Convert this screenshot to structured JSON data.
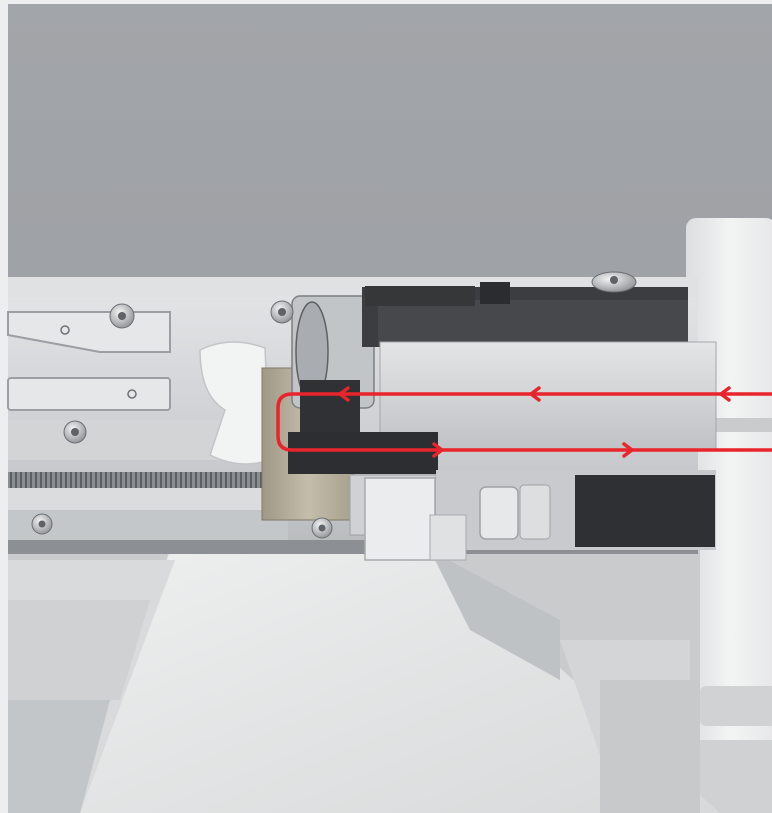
{
  "scene": {
    "subject": "linear-actuator-rail-closeup",
    "icons": [
      "screw-icon",
      "arrow-left-icon",
      "arrow-right-icon"
    ]
  },
  "colors": {
    "background": "#9ea1a5",
    "flow_line": "#e8242c",
    "rail": "#d4d6d8",
    "carriage_dark": "#3b3d41",
    "bracket_brass": "#b3ab98",
    "base_plate": "#e5e6e7"
  },
  "flow": {
    "upper_direction": "left",
    "lower_direction": "right"
  }
}
